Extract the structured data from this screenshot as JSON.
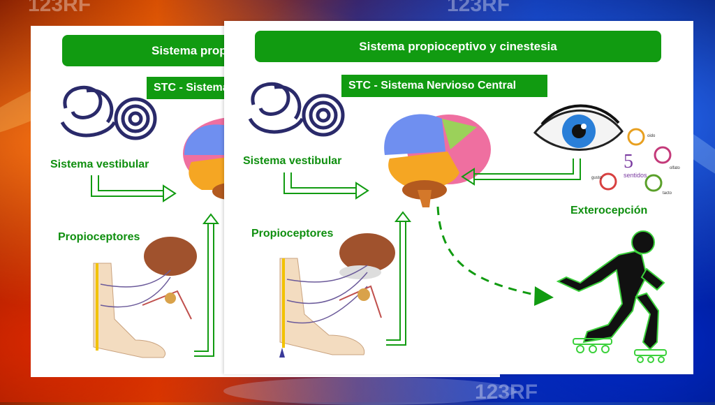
{
  "watermark": "123RF",
  "back_slide": {
    "title": "Sistema propioceptivo y cinestesia",
    "stc": "STC - Sistema Nervioso Central",
    "vestibular_label": "Sistema vestibular",
    "proprio_label": "Propioceptores"
  },
  "front_slide": {
    "title": "Sistema propioceptivo y cinestesia",
    "stc": "STC - Sistema Nervioso Central",
    "vestibular_label": "Sistema vestibular",
    "proprio_label": "Propioceptores",
    "extero_label": "Exterocepción",
    "senses": {
      "number": "5",
      "word": "sentidos",
      "oido": "oido",
      "olfato": "olfato",
      "gusto": "gusto",
      "tacto": "tacto"
    }
  },
  "colors": {
    "green": "#119b11",
    "label_green": "#0f8f0f"
  }
}
